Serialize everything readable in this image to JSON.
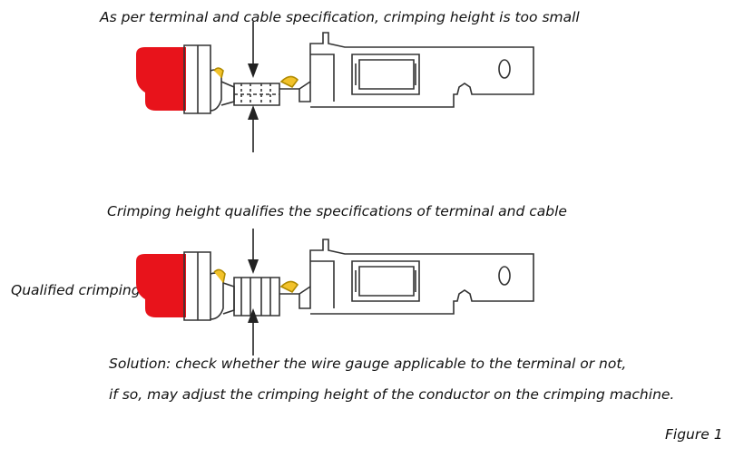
{
  "captions": {
    "top": "As per terminal and cable specification, crimping height is too small",
    "middle": "Crimping height qualifies the specifications of terminal and cable",
    "left": "Qualified crimping",
    "solution_line1": "Solution: check whether the wire gauge applicable to the terminal or not,",
    "solution_line2": "if so, may adjust the crimping height of the conductor on the crimping machine.",
    "figure": "Figure 1"
  },
  "colors": {
    "insulation": "#e8131b",
    "conductor_strands": "#f2c22a",
    "outline": "#333333",
    "arrow": "#222222"
  }
}
